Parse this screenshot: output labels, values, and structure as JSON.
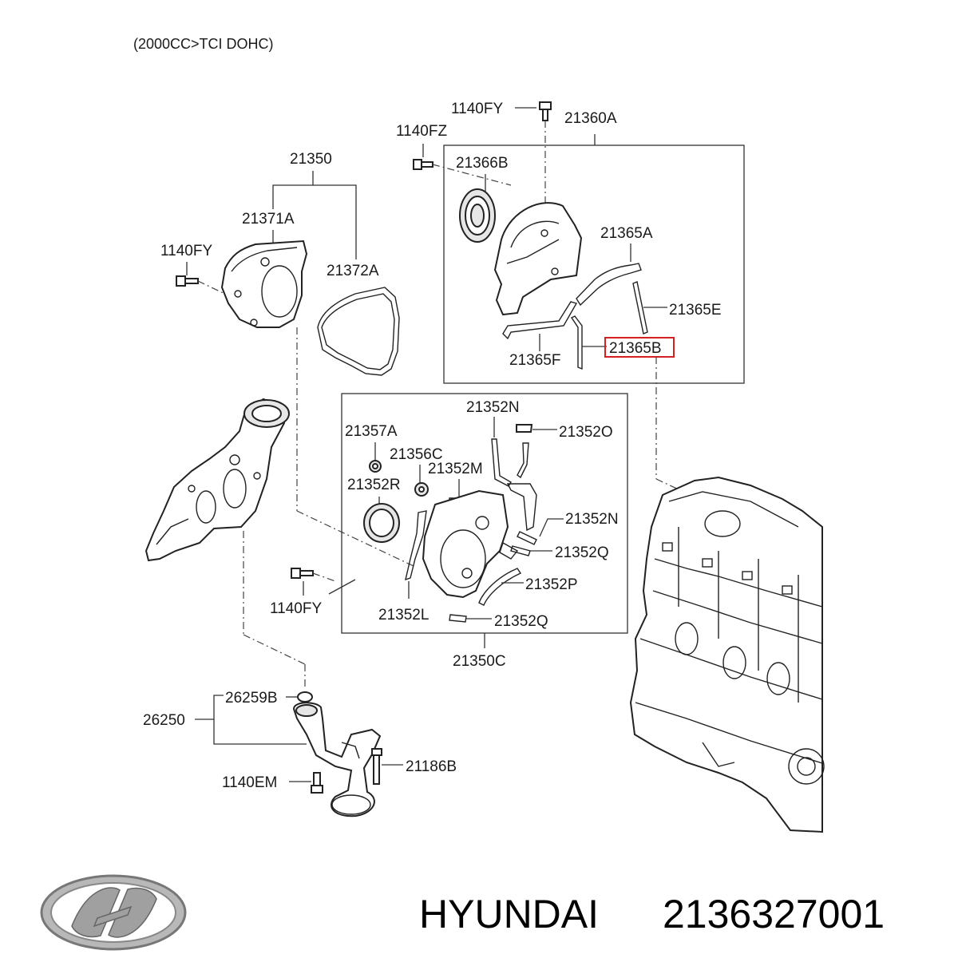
{
  "header": {
    "engine_spec": "(2000CC>TCI DOHC)"
  },
  "labels": {
    "p1140FY_top": "1140FY",
    "p21360A": "21360A",
    "p1140FZ": "1140FZ",
    "p21366B": "21366B",
    "p21350": "21350",
    "p21371A": "21371A",
    "p1140FY_left": "1140FY",
    "p21372A": "21372A",
    "p21365A": "21365A",
    "p21365E": "21365E",
    "p21365F": "21365F",
    "p21365B": "21365B",
    "p21352N_top": "21352N",
    "p21357A": "21357A",
    "p21352O": "21352O",
    "p21356C": "21356C",
    "p21352M": "21352M",
    "p21352R": "21352R",
    "p21352N_mid": "21352N",
    "p21352Q_mid": "21352Q",
    "p21352P": "21352P",
    "p1140FY_bottom": "1140FY",
    "p21352L": "21352L",
    "p21352Q_bottom": "21352Q",
    "p21350C": "21350C",
    "p26259B": "26259B",
    "p26250": "26250",
    "p21186B": "21186B",
    "p1140EM": "1140EM"
  },
  "highlight": {
    "part": "21365B",
    "color": "#d42020"
  },
  "footer": {
    "brand": "HYUNDAI",
    "part_number": "2136327001"
  },
  "icons": {
    "logo": "hyundai-logo-icon"
  }
}
